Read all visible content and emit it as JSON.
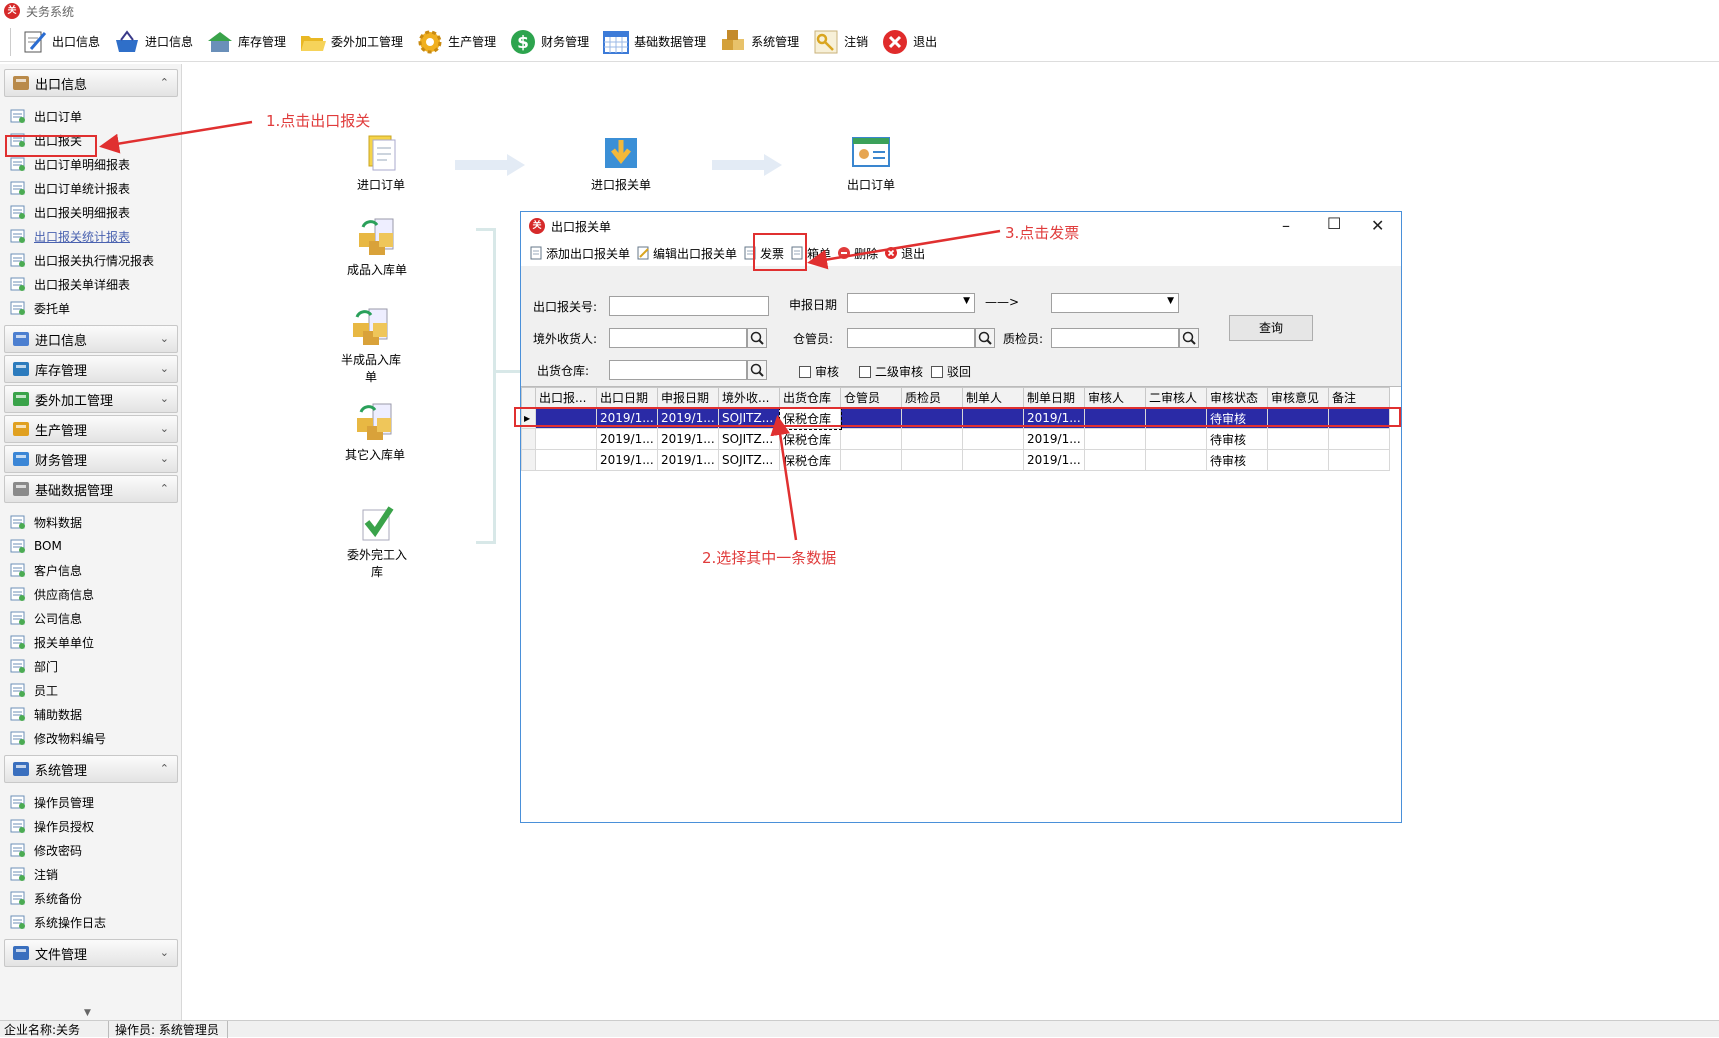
{
  "app": {
    "title": "关务系统",
    "icon_text": "关"
  },
  "toolbar": [
    {
      "label": "出口信息",
      "icon": "notepad-pencil-icon",
      "color": "#2a6cd1"
    },
    {
      "label": "进口信息",
      "icon": "basket-icon",
      "color": "#2f6fc9"
    },
    {
      "label": "库存管理",
      "icon": "warehouse-icon",
      "color": "#3aa34a"
    },
    {
      "label": "委外加工管理",
      "icon": "folder-open-icon",
      "color": "#e9b824"
    },
    {
      "label": "生产管理",
      "icon": "gear-icon",
      "color": "#f0b020"
    },
    {
      "label": "财务管理",
      "icon": "dollar-icon",
      "color": "#2da44e"
    },
    {
      "label": "基础数据管理",
      "icon": "calendar-grid-icon",
      "color": "#3d7bd8"
    },
    {
      "label": "系统管理",
      "icon": "boxes-icon",
      "color": "#d4a13a"
    },
    {
      "label": "注销",
      "icon": "key-icon",
      "color": "#d9a520"
    },
    {
      "label": "退出",
      "icon": "close-circle-icon",
      "color": "#e02b2b"
    }
  ],
  "sidebar": {
    "groups": [
      {
        "label": "出口信息",
        "expanded": true,
        "items": [
          "出口订单",
          "出口报关",
          "出口订单明细报表",
          "出口订单统计报表",
          "出口报关明细报表",
          "出口报关统计报表",
          "出口报关执行情况报表",
          "出口报关单详细表",
          "委托单"
        ]
      },
      {
        "label": "进口信息",
        "expanded": false
      },
      {
        "label": "库存管理",
        "expanded": false
      },
      {
        "label": "委外加工管理",
        "expanded": false
      },
      {
        "label": "生产管理",
        "expanded": false
      },
      {
        "label": "财务管理",
        "expanded": false
      },
      {
        "label": "基础数据管理",
        "expanded": true,
        "items": [
          "物料数据",
          "BOM",
          "客户信息",
          "供应商信息",
          "公司信息",
          "报关单单位",
          "部门",
          "员工",
          "辅助数据",
          "修改物料编号"
        ]
      },
      {
        "label": "系统管理",
        "expanded": true,
        "items": [
          "操作员管理",
          "操作员授权",
          "修改密码",
          "注销",
          "系统备份",
          "系统操作日志"
        ]
      },
      {
        "label": "文件管理",
        "expanded": false
      }
    ]
  },
  "flow": {
    "nodes": [
      "进口订单",
      "进口报关单",
      "出口订单",
      "成品入库单",
      "半成品入库单",
      "其它入库单",
      "委外完工入库"
    ]
  },
  "dialog": {
    "title": "出口报关单",
    "toolbar": [
      "添加出口报关单",
      "编辑出口报关单",
      "发票",
      "箱单",
      "删除",
      "退出"
    ],
    "filters": {
      "export_no_label": "出口报关号:",
      "declare_date_label": "申报日期",
      "arrow": "——>",
      "consignee_label": "境外收货人:",
      "keeper_label": "仓管员:",
      "inspector_label": "质检员:",
      "warehouse_label": "出货仓库:",
      "query_label": "查询",
      "checkboxes": [
        "审核",
        "二级审核",
        "驳回"
      ]
    },
    "grid": {
      "columns": [
        "出口报...",
        "出口日期",
        "申报日期",
        "境外收...",
        "出货仓库",
        "仓管员",
        "质检员",
        "制单人",
        "制单日期",
        "审核人",
        "二审核人",
        "审核状态",
        "审核意见",
        "备注"
      ],
      "rows": [
        [
          "",
          "2019/1...",
          "2019/1...",
          "SOJITZ...",
          "保税仓库",
          "",
          "",
          "",
          "2019/1...",
          "",
          "",
          "待审核",
          "",
          ""
        ],
        [
          "",
          "2019/1...",
          "2019/1...",
          "SOJITZ...",
          "保税仓库",
          "",
          "",
          "",
          "2019/1...",
          "",
          "",
          "待审核",
          "",
          ""
        ],
        [
          "",
          "2019/1...",
          "2019/1...",
          "SOJITZ...",
          "保税仓库",
          "",
          "",
          "",
          "2019/1...",
          "",
          "",
          "待审核",
          "",
          ""
        ]
      ],
      "selected_row": 0
    }
  },
  "annotations": {
    "step1": "1.点击出口报关",
    "step2": "2.选择其中一条数据",
    "step3": "3.点击发票"
  },
  "status": {
    "company": "企业名称:关务",
    "operator": "操作员: 系统管理员"
  }
}
